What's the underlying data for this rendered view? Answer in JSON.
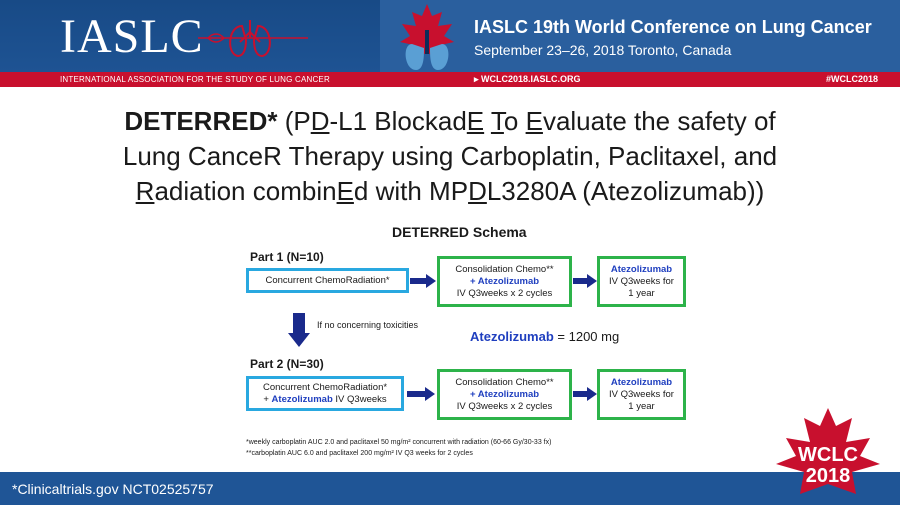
{
  "header": {
    "logo": "IASLC",
    "org_name": "INTERNATIONAL ASSOCIATION FOR THE STUDY OF LUNG CANCER",
    "conference_title": "IASLC 19th World Conference on Lung Cancer",
    "conference_dates": "September 23–26, 2018  Toronto, Canada",
    "website": "WCLC2018.IASLC.ORG",
    "hashtag": "#WCLC2018"
  },
  "title": {
    "bold": "DETERRED*",
    "line1_a": " (P",
    "line1_u1": "D",
    "line1_b": "-L1 Blockad",
    "line1_u2": "E",
    "line1_c": " ",
    "line1_u3": "T",
    "line1_d": "o ",
    "line1_u4": "E",
    "line1_e": "valuate the safety of",
    "line2": "Lung CanceR Therapy using Carboplatin, Paclitaxel, and",
    "line3_u1": "R",
    "line3_a": "adiation combin",
    "line3_u2": "E",
    "line3_b": "d with MP",
    "line3_u3": "D",
    "line3_c": "L3280A (Atezolizumab))"
  },
  "schema": {
    "title": "DETERRED Schema",
    "part1": {
      "label": "Part 1 (N=10)",
      "box1": "Concurrent ChemoRadiation*",
      "box2_line1": "Consolidation Chemo**",
      "box2_line2": "+ Atezolizumab",
      "box2_line3": "IV Q3weeks x 2 cycles",
      "box3_line1": "Atezolizumab",
      "box3_line2": "IV Q3weeks for",
      "box3_line3": "1 year"
    },
    "condition": "If no concerning toxicities",
    "dose_drug": "Atezolizumab",
    "dose_value": " = 1200 mg",
    "part2": {
      "label": "Part 2 (N=30)",
      "box1_line1": "Concurrent ChemoRadiation*",
      "box1_prefix": "+ ",
      "box1_drug": "Atezolizumab",
      "box1_suffix": " IV Q3weeks",
      "box2_line1": "Consolidation Chemo**",
      "box2_line2": "+ Atezolizumab",
      "box2_line3": "IV Q3weeks x 2 cycles",
      "box3_line1": "Atezolizumab",
      "box3_line2": "IV Q3weeks for",
      "box3_line3": "1 year"
    },
    "footnote1": "*weekly carboplatin AUC 2.0 and paclitaxel 50 mg/m² concurrent with radiation (60-66 Gy/30-33 fx)",
    "footnote2": "**carboplatin AUC 6.0 and paclitaxel 200 mg/m² IV Q3 weeks for 2 cycles"
  },
  "footer": {
    "reference": "*Clinicaltrials.gov NCT02525757",
    "badge_line1": "WCLC",
    "badge_line2": "2018"
  },
  "colors": {
    "header_blue": "#1d4f8c",
    "strip_red": "#c8102e",
    "box_blue": "#29a8e0",
    "box_green": "#2db34a",
    "arrow_navy": "#1a2a8c",
    "drug_blue": "#1f3fbf"
  }
}
